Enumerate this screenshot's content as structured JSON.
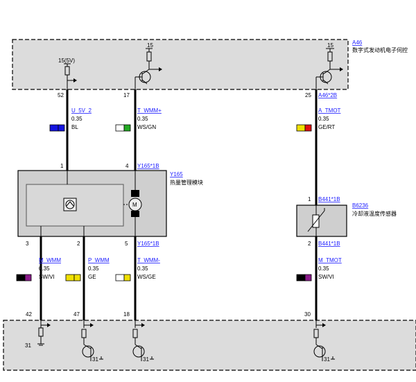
{
  "top_module": {
    "id": "A46",
    "name": "数字式发动机电子伺控",
    "voltage_label": "15(5V)",
    "terminal_15_a": "15",
    "terminal_15_b": "15",
    "connector": "A46*2B"
  },
  "pins_top": {
    "p52": "52",
    "p17": "17",
    "p25": "25"
  },
  "wires_top": [
    {
      "signal": "U_5V_2",
      "size": "0.35",
      "color_code": "BL",
      "colors": [
        "#1414e0",
        "#1414e0"
      ]
    },
    {
      "signal": "T_WMM+",
      "size": "0.35",
      "color_code": "WS/GN",
      "colors": [
        "#ffffff",
        "#22aa22"
      ]
    },
    {
      "signal": "A_TMOT",
      "size": "0.35",
      "color_code": "GE/RT",
      "colors": [
        "#f0e000",
        "#e01010"
      ]
    }
  ],
  "y165": {
    "id": "Y165",
    "name": "热量管理模块",
    "connector_top": "Y165*1B",
    "connector_bottom": "Y165*1B",
    "pins_top": {
      "p1": "1",
      "p4": "4"
    },
    "pins_bottom": {
      "p3": "3",
      "p2": "2",
      "p5": "5"
    }
  },
  "b6236": {
    "id": "B6236",
    "name": "冷却液温度传感器",
    "connector_top": "B441*1B",
    "connector_bottom": "B441*1B",
    "pin_top": "1",
    "pin_bottom": "2"
  },
  "wires_bottom": [
    {
      "signal": "M_WMM",
      "size": "0.35",
      "color_code": "SW/VI",
      "colors": [
        "#000000",
        "#8a1a8a"
      ]
    },
    {
      "signal": "P_WMM",
      "size": "0.35",
      "color_code": "GE",
      "colors": [
        "#f0e000",
        "#f0e000"
      ]
    },
    {
      "signal": "T_WMM-",
      "size": "0.35",
      "color_code": "WS/GE",
      "colors": [
        "#ffffff",
        "#f0e000"
      ]
    },
    {
      "signal": "M_TMOT",
      "size": "0.35",
      "color_code": "SW/VI",
      "colors": [
        "#000000",
        "#8a1a8a"
      ]
    }
  ],
  "pins_bottom_band": {
    "p42": "42",
    "p47": "47",
    "p18": "18",
    "p30": "30"
  },
  "ground_labels": {
    "g1": "31",
    "g2": "31",
    "g3": "31",
    "g4": "31"
  }
}
